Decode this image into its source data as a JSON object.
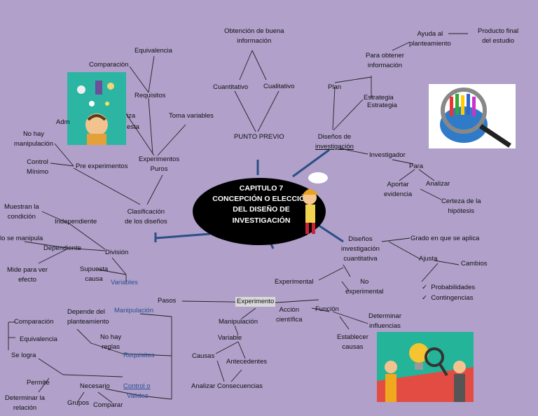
{
  "center": {
    "line1": "CAPITULO 7",
    "line2": "CONCEPCIÓN O ELECCIÓN",
    "line3": "DEL DISEÑO DE",
    "line4": "INVESTIGACIÓN"
  },
  "nodes": {
    "obtencion_1": "Obtención  de buena",
    "obtencion_2": "información",
    "cuantitativo_top": "Cuantitativo",
    "cualitativo": "Cualitativo",
    "punto_previo": "PUNTO PREVIO",
    "equivalencia_top": "Equivalencia",
    "comparacion_top": "Comparación",
    "requisitos_top": "Requisitos",
    "adm": "Adm",
    "iza": "iza",
    "esta": "esta",
    "toma_variables": "Toma variables",
    "experimentos_1": "Experimentos",
    "experimentos_2": "Puros",
    "no_hay_1": "No hay",
    "no_hay_2": "manipulación",
    "control_1": "Control",
    "control_2": "Mínimo",
    "pre_experimentos": "Pre experimentos",
    "clasificacion_1": "Clasificación",
    "clasificacion_2": "de los diseños",
    "muestran_1": "Muestran la",
    "muestran_2": "condición",
    "independiente": "Independiente",
    "no_se_manipula": "lo se manipula",
    "dependiente": "Dependiente",
    "division": "División",
    "mide_1": "Mide para ver",
    "mide_2": "efecto",
    "supuesta_1": "Supuesta",
    "supuesta_2": "causa",
    "variables": "Variables",
    "ayuda_1": "Ayuda al",
    "ayuda_2": "planteamiento",
    "producto_1": "Producto final",
    "producto_2": "del estudio",
    "para_obtener_1": "Para obtener",
    "para_obtener_2": "información",
    "plan": "Plan",
    "estrategia_1": "Estrategia",
    "estrategia_2": "Estrategia",
    "disenos_1": "Diseños de",
    "disenos_2": "investigación",
    "investigador": "Investigador",
    "para": "Para",
    "aportar_1": "Aportar",
    "aportar_2": "evidencia",
    "analizar": "Analizar",
    "certeza_1": "Certeza de la",
    "certeza_2": "hipótesis",
    "disenos_cuant_1": "Diseños",
    "disenos_cuant_2": "investigación",
    "disenos_cuant_3": "cuantitativa",
    "grado": "Grado en que se aplica",
    "ajusta": "Ajusta",
    "cambios": "Cambios",
    "probabilidades": "Probabilidades",
    "contingencias": "Contingencias",
    "experimental": "Experimental",
    "no_exp_1": "No",
    "no_exp_2": "experimental",
    "pasos": "Pasos",
    "experimento": "Experimento",
    "accion_1": "Acción",
    "accion_2": "científica",
    "funcion": "Función",
    "determinar_inf_1": "Determinar",
    "determinar_inf_2": "influencias",
    "establecer_1": "Establecer",
    "establecer_2": "causas",
    "manipulacion_mid": "Manipulación",
    "variable": "Variable",
    "causas": "Causas",
    "antecedentes": "Antecedentes",
    "analizar_consec": "Analizar Consecuencias",
    "manipulacion_blue": "Manipulación",
    "depende_1": "Depende del",
    "depende_2": "planteamiento",
    "no_hay_reglas_1": "No hay",
    "no_hay_reglas_2": "reglas",
    "requisitos_blue": "Requisitos",
    "comparacion_bl": "Comparación",
    "equivalencia_bl": "Equivalencia",
    "se_logra": "Se logra",
    "permite": "Permite",
    "determinar_rel_1": "Determinar la",
    "determinar_rel_2": "relación",
    "necesario": "Necesario",
    "control_blue": "Control o",
    "validez": "Validez",
    "grupos": "Grupos",
    "comparar": "Comparar"
  },
  "bullet_glyph": "✓",
  "icons": {
    "scientist": "scientist-thinking-icon",
    "magnifier": "magnifier-globe-icon",
    "girl": "thinking-girl-icon",
    "lightbulb": "lightbulb-people-icon"
  },
  "colors": {
    "background": "#b0a0ca",
    "center": "#000000",
    "connector": "#2c4f86",
    "line": "#222222",
    "accent_blue": "#2a4f8f"
  }
}
